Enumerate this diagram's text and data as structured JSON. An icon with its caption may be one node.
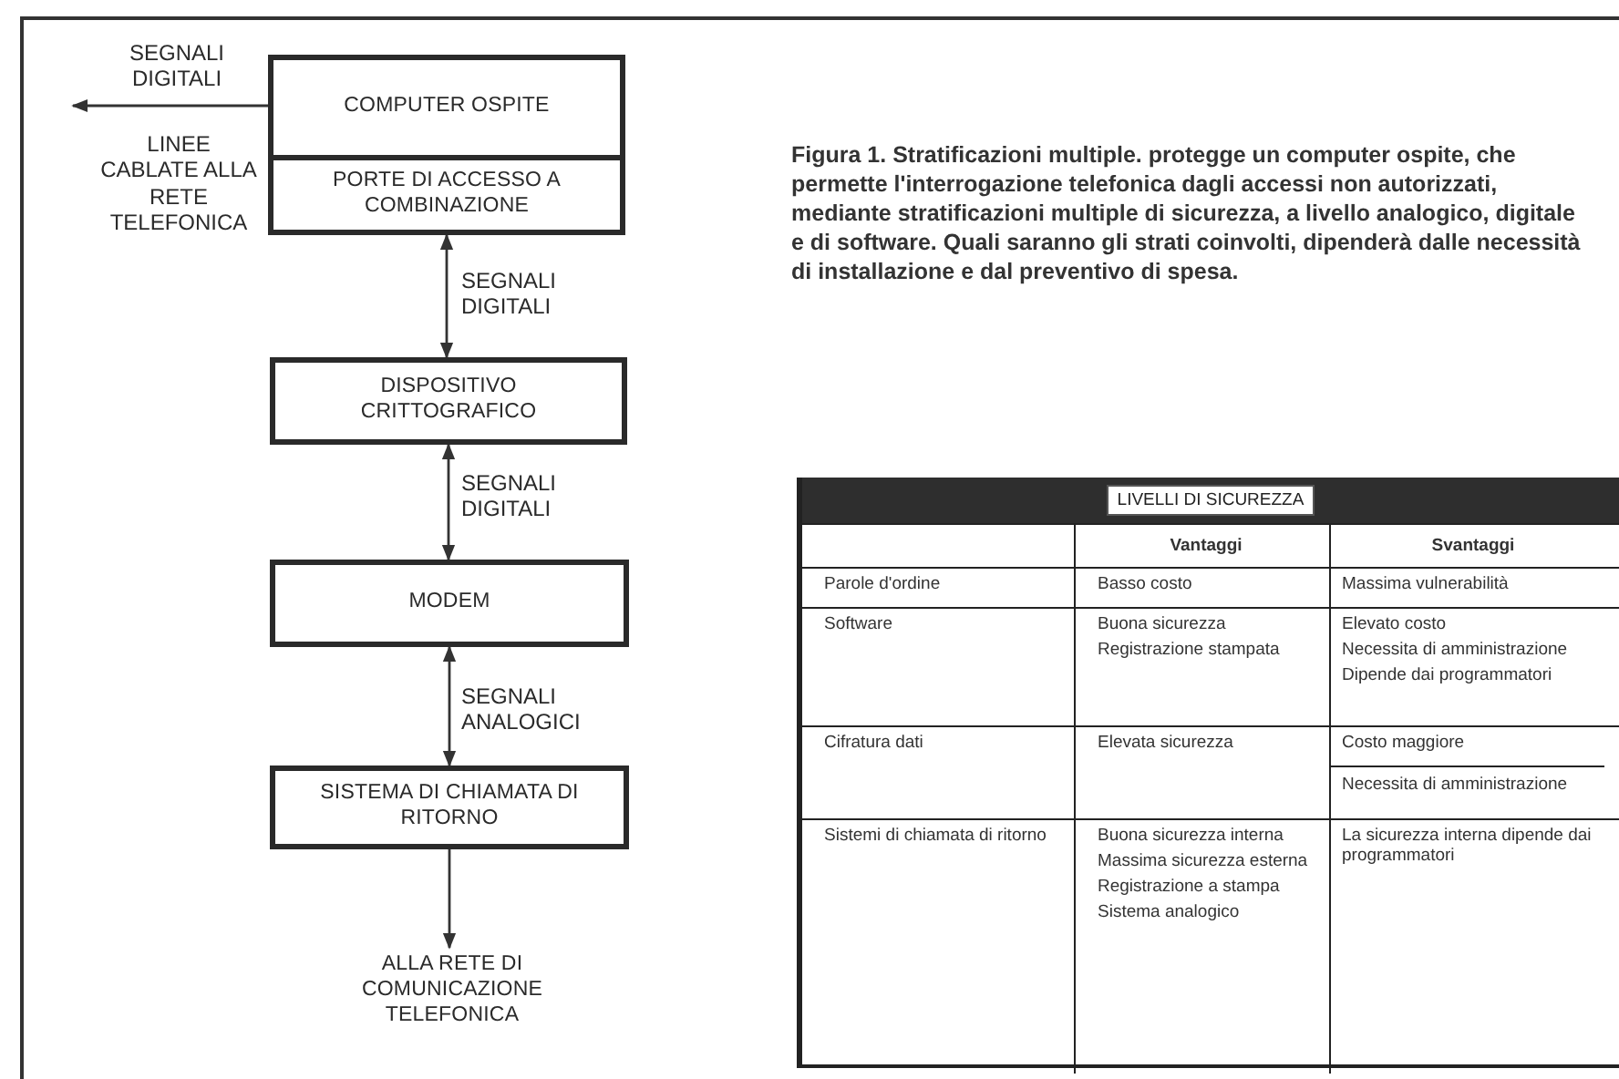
{
  "diagram": {
    "caption": "Figura 1. Stratificazioni multiple. protegge un computer ospite, che permette l'interrogazione telefonica dagli accessi non autorizzati, mediante stratificazioni multiple di sicurezza, a livello analogico, digitale e di software. Quali saranno gli strati coinvolti, dipenderà dalle necessità di installazione e dal preventivo di spesa.",
    "nodes": [
      {
        "text": [
          "COMPUTER OSPITE"
        ]
      },
      {
        "text": [
          "PORTE DI ACCESSO A COMBINAZIONE"
        ]
      },
      {
        "text": [
          "DISPOSITIVO CRITTOGRAFICO"
        ]
      },
      {
        "text": [
          "MODEM"
        ]
      },
      {
        "text": [
          "SISTEMA DI CHIAMATA DI RITORNO"
        ]
      },
      {
        "text": [
          "ALLA RETE DI COMUNICAZIONE TELEFONICA"
        ]
      }
    ],
    "edges": [
      {
        "from": 0,
        "to": null,
        "arrow": "to",
        "label": "SEGNALI DIGITALI"
      },
      {
        "from": 1,
        "to": 2,
        "arrow": "both",
        "label": "SEGNALI DIGITALI"
      },
      {
        "from": 2,
        "to": 3,
        "arrow": "both",
        "label": "SEGNALI DIGITALI"
      },
      {
        "from": 3,
        "to": 4,
        "arrow": "both",
        "label": "SEGNALI ANALOGICI"
      },
      {
        "from": 4,
        "to": 5,
        "arrow": "to"
      }
    ],
    "labels": [
      "LINEE CABLATE ALLA RETE TELEFONICA",
      "LIVELLI DI SICUREZZA",
      "Vantaggi",
      "Svantaggi",
      "Parole d'ordine",
      "Basso costo",
      "Massima vulnerabilità",
      "Software",
      "Buona sicurezza",
      "Registrazione stampata",
      "Elevato costo",
      "Necessita di amministrazione",
      "Dipende dai programmatori",
      "Cifratura dati",
      "Elevata sicurezza",
      "Costo maggiore",
      "Necessita di amministrazione",
      "Sistemi di chiamata di ritorno",
      "Buona sicurezza interna",
      "Massima sicurezza esterna",
      "Registrazione a stampa",
      "Sistema analogico",
      "La sicurezza interna dipende dai programmatori"
    ]
  }
}
